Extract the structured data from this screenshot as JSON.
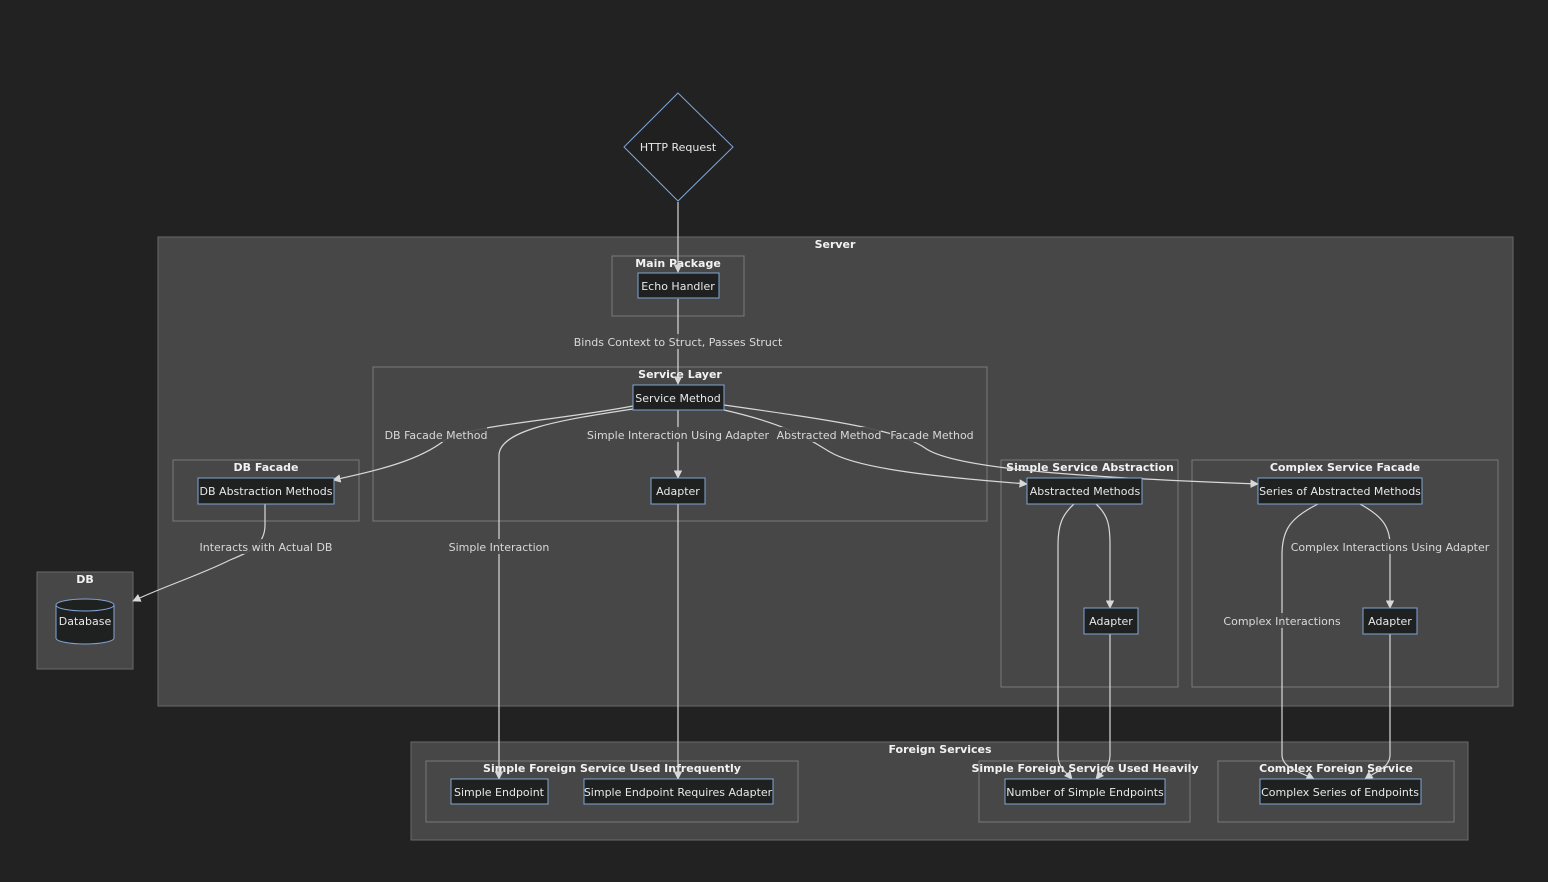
{
  "diagram": {
    "start_node": "HTTP Request",
    "clusters": {
      "server": "Server",
      "main_package": "Main Package",
      "service_layer": "Service Layer",
      "db_facade": "DB Facade",
      "simple_service_abstraction": "Simple Service Abstraction",
      "complex_service_facade": "Complex Service Facade",
      "db": "DB",
      "foreign_services": "Foreign Services",
      "simple_foreign_infrequent": "Simple Foreign Service Used Infrequently",
      "simple_foreign_heavy": "Simple Foreign Service Used Heavily",
      "complex_foreign": "Complex Foreign Service"
    },
    "nodes": {
      "echo_handler": "Echo Handler",
      "service_method": "Service Method",
      "db_abstraction_methods": "DB Abstraction Methods",
      "adapter_service_layer": "Adapter",
      "abstracted_methods": "Abstracted Methods",
      "series_of_abstracted_methods": "Series of Abstracted Methods",
      "adapter_simple_abstraction": "Adapter",
      "adapter_complex_facade": "Adapter",
      "database": "Database",
      "simple_endpoint": "Simple Endpoint",
      "simple_endpoint_requires_adapter": "Simple Endpoint Requires Adapter",
      "number_of_simple_endpoints": "Number of Simple Endpoints",
      "complex_series_of_endpoints": "Complex Series of Endpoints"
    },
    "edge_labels": {
      "binds_context": "Binds Context to Struct, Passes Struct",
      "db_facade_method": "DB Facade Method",
      "simple_interaction_using_adapter": "Simple Interaction Using Adapter",
      "abstracted_method": "Abstracted Method",
      "facade_method": "Facade Method",
      "interacts_with_db": "Interacts with Actual DB",
      "simple_interaction": "Simple Interaction",
      "complex_interactions_using_adapter": "Complex Interactions Using Adapter",
      "complex_interactions": "Complex Interactions"
    },
    "colors": {
      "background": "#222222",
      "cluster_fill": "#474747",
      "node_fill": "#1f2020",
      "node_stroke": "#7fa6d6",
      "edge": "#d8d8d8"
    }
  }
}
